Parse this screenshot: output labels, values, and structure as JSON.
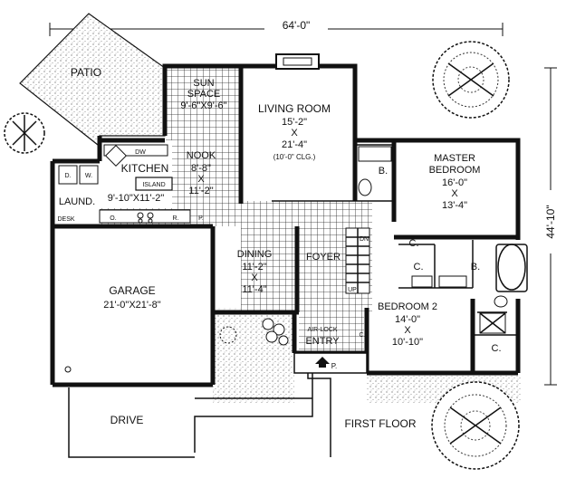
{
  "plan": {
    "overall_width": "64'-0\"",
    "overall_depth": "44'-10\"",
    "floor_title": "FIRST FLOOR",
    "rooms": {
      "patio": "PATIO",
      "sun_space_name_1": "SUN",
      "sun_space_name_2": "SPACE",
      "sun_space_dim": "9'-6\"X9'-6\"",
      "living_name": "LIVING ROOM",
      "living_w": "15'-2\"",
      "living_x": "X",
      "living_d": "21'-4\"",
      "living_ceiling": "(10'-0\" CLG.)",
      "kitchen_name": "KITCHEN",
      "kitchen_dim": "9'-10\"X11'-2\"",
      "island": "ISLAND",
      "nook_name": "NOOK",
      "nook_w": "8'-8\"",
      "nook_x": "X",
      "nook_d": "11'-2\"",
      "master_name_1": "MASTER",
      "master_name_2": "BEDROOM",
      "master_w": "16'-0\"",
      "master_x": "X",
      "master_d": "13'-4\"",
      "dining_name": "DINING",
      "dining_w": "11'-2\"",
      "dining_x": "X",
      "dining_d": "11'-4\"",
      "foyer": "FOYER",
      "garage_name": "GARAGE",
      "garage_dim": "21'-0\"X21'-8\"",
      "bedroom2_name": "BEDROOM 2",
      "bedroom2_w": "14'-0\"",
      "bedroom2_x": "X",
      "bedroom2_d": "10'-10\"",
      "air_lock": "AIR-LOCK",
      "entry": "ENTRY",
      "laund": "LAUND.",
      "desk": "DESK",
      "drive": "DRIVE",
      "porch": "P.",
      "bath_1": "B.",
      "bath_2": "B.",
      "closet_1": "C.",
      "closet_2": "C.",
      "closet_3": "C.",
      "closet_entry": "C.",
      "washer": "W.",
      "dryer": "D.",
      "dishwasher": "DW",
      "oven": "O.",
      "range": "R.",
      "pantry": "P.",
      "stair_up": "UP",
      "stair_dn": "DN"
    }
  }
}
